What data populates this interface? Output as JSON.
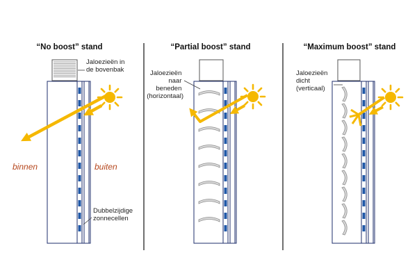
{
  "colors": {
    "glass_outline": "#1d2d6b",
    "solar_cell": "#2058a8",
    "sun_and_light": "#f5b800",
    "inside_outside_label": "#b5461c",
    "slat_fill": "#d9d9d9",
    "slat_stroke": "#8e8e8e"
  },
  "icons": {
    "sun": "sun-icon",
    "light_ray": "arrow-icon"
  },
  "panels": [
    {
      "title": "“No boost” stand",
      "blinds_state": "raised",
      "annotations": [
        {
          "lines": [
            "Jaloezieën in",
            "de bovenbak"
          ]
        },
        {
          "lines": [
            "Dubbelzijdige",
            "zonnecellen"
          ]
        }
      ],
      "inside_label": "binnen",
      "outside_label": "buiten"
    },
    {
      "title": "“Partial boost” stand",
      "blinds_state": "horizontal",
      "annotations": [
        {
          "lines": [
            "Jaloezieën",
            "naar",
            "beneden",
            "(horizontaal)"
          ]
        }
      ]
    },
    {
      "title": "“Maximum boost” stand",
      "blinds_state": "vertical",
      "annotations": [
        {
          "lines": [
            "Jaloezieën",
            "dicht",
            "(verticaal)"
          ]
        }
      ]
    }
  ]
}
